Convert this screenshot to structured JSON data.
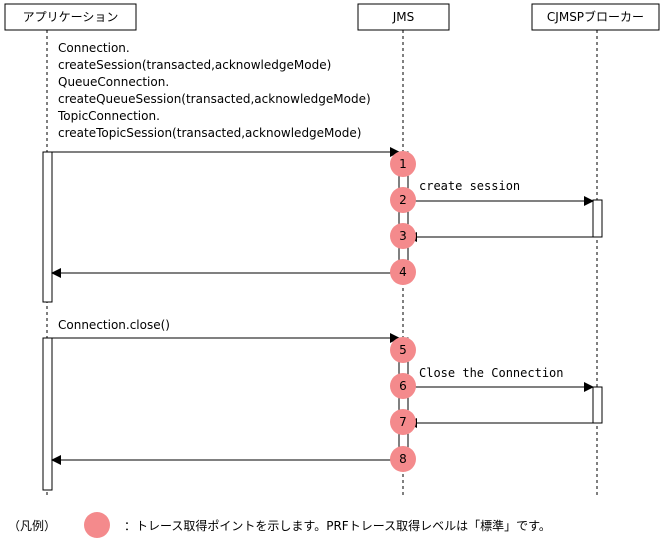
{
  "lifelines": [
    {
      "id": "app",
      "label": "アプリケーション"
    },
    {
      "id": "jms",
      "label": "JMS"
    },
    {
      "id": "broker",
      "label": "CJMSPブローカー"
    }
  ],
  "messages": {
    "create_calls": [
      "Connection.",
      "createSession(transacted,acknowledgeMode)",
      "QueueConnection.",
      "createQueueSession(transacted,acknowledgeMode)",
      "TopicConnection.",
      "createTopicSession(transacted,acknowledgeMode)"
    ],
    "create_session": "create session",
    "close_call": "Connection.close()",
    "close_connection": "Close the Connection"
  },
  "trace_points": [
    "1",
    "2",
    "3",
    "4",
    "5",
    "6",
    "7",
    "8"
  ],
  "legend": {
    "prefix": "（凡例）",
    "text": "：トレース取得ポイントを示します。PRFトレース取得レベルは「標準」です。"
  },
  "colors": {
    "trace_point": "#f48a8c",
    "line": "#000000"
  }
}
